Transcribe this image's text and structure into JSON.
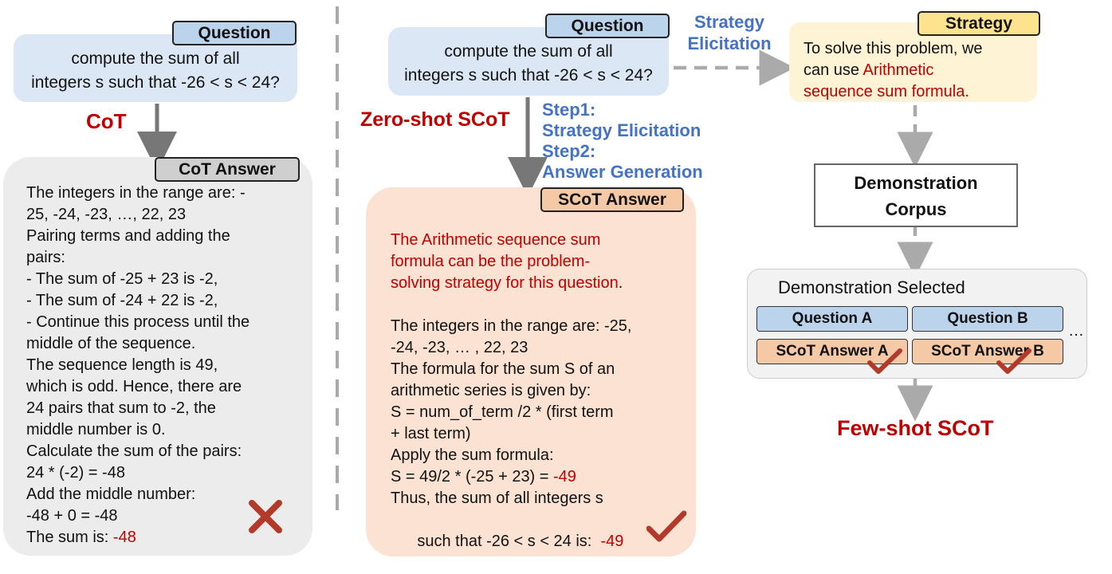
{
  "cot_panel": {
    "question_tag": "Question",
    "question_lines": [
      "compute the sum of all",
      "integers s such that -26 < s < 24?"
    ],
    "method_label": "CoT",
    "answer_tag": "CoT Answer",
    "answer_lines": [
      "The integers in the range are: -",
      "25, -24, -23, …, 22, 23",
      "Pairing terms and adding the",
      "pairs:",
      "- The sum of -25 + 23 is -2,",
      "- The sum of -24 + 22 is -2,",
      "- Continue this process until the",
      "middle of the sequence.",
      "The sequence length is 49,",
      "which is odd. Hence, there are",
      "24 pairs that sum to -2, the",
      "middle number is 0.",
      "Calculate the sum of the pairs:",
      "24 * (-2) = -48",
      "Add the middle number:",
      "-48 + 0 = -48"
    ],
    "final_prefix": "The sum is: ",
    "final_value": "-48",
    "verdict_icon": "cross-icon"
  },
  "scot_panel": {
    "question_tag": "Question",
    "question_lines": [
      "compute the sum of all",
      "integers s such that -26 < s < 24?"
    ],
    "method_label": "Zero-shot SCoT",
    "steps": [
      "Step1:",
      "Strategy Elicitation",
      "Step2:",
      "Answer Generation"
    ],
    "edge_label_lines": [
      "Strategy",
      "Elicitation"
    ],
    "answer_tag": "SCoT Answer",
    "strategy_lines": [
      "The Arithmetic sequence sum",
      "formula can be the problem-",
      "solving strategy for this question"
    ],
    "strategy_end": ".",
    "answer_lines": [
      "The integers in the range are: -25,",
      "-24, -23, … , 22, 23",
      "The formula for the sum S of an",
      "arithmetic series is given by:",
      "S = num_of_term /2 * (first term",
      "+ last term)",
      "Apply the sum formula:"
    ],
    "calc_prefix": "S = 49/2 * (-25 + 23) = ",
    "calc_value": "-49",
    "thus_line": "Thus, the sum of all integers s",
    "final_prefix": "such that -26 < s < 24 is:  ",
    "final_value": "-49",
    "verdict_icon": "check-icon"
  },
  "fewshot_panel": {
    "strategy_tag": "Strategy",
    "strategy_lines_plain": [
      "To solve this problem, we",
      "can use "
    ],
    "strategy_red_lines": [
      "Arithmetic",
      "sequence sum formula."
    ],
    "corpus_lines": [
      "Demonstration",
      "Corpus"
    ],
    "selected_title": "Demonstration Selected",
    "question_a": "Question A",
    "question_b": "Question B",
    "answer_a": "SCoT Answer A",
    "answer_b": "SCoT Answer B",
    "ellipsis": "…",
    "result_label": "Few-shot SCoT"
  },
  "colors": {
    "red": "#c00000",
    "blue": "#4472c4",
    "question_bg": "#dbe7f4",
    "cot_bg": "#ececec",
    "scot_bg": "#fbe2d2",
    "strategy_bg": "#fff3d6"
  }
}
